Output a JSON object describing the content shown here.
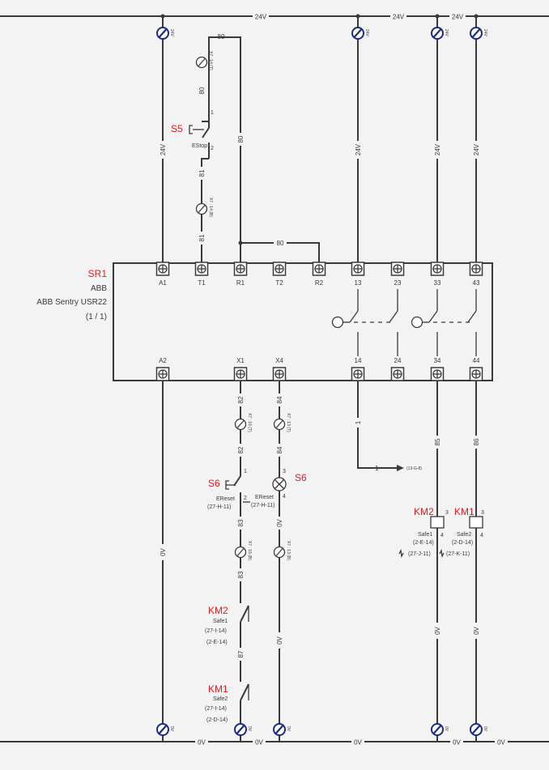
{
  "rails": {
    "top": [
      "24V",
      "24V",
      "24V"
    ],
    "bottom": [
      "0V",
      "0V",
      "0V",
      "0V",
      "0V"
    ]
  },
  "wires": {
    "w24v": "24V",
    "w0v": "0V",
    "w80": "80",
    "w81": "81",
    "w82": "82",
    "w83": "83",
    "w84": "84",
    "w85": "85",
    "w86": "86",
    "w87": "87",
    "w1": "1"
  },
  "terminal_tags": {
    "x7_14_t": "X7 : 14 (T)",
    "x7_14_b": "X7 : 14 (B)",
    "x7_16_t": "X7 : 16 (T)",
    "x7_16_b": "X7 : 16 (B)",
    "x7_13_t": "X7 : 13 (T)",
    "x7_13_b": "X7 : 13 (B)",
    "rail_24v": "24V",
    "rail_0v": "0V"
  },
  "safety_relay": {
    "tag": "SR1",
    "maker": "ABB",
    "model": "ABB Sentry USR22",
    "page": "(1 / 1)",
    "top_terminals": [
      "A1",
      "T1",
      "R1",
      "T2",
      "R2",
      "13",
      "23",
      "33",
      "43"
    ],
    "bottom_terminals": [
      "A2",
      "X1",
      "X4",
      "14",
      "24",
      "34",
      "44"
    ]
  },
  "estop": {
    "tag": "S5",
    "label": "EStop",
    "pin1": "1",
    "pin2": "2"
  },
  "ereset_button": {
    "tag": "S6",
    "label": "EReset",
    "ref": "(27-H-11)",
    "pin1": "1",
    "pin2": "2"
  },
  "ereset_lamp": {
    "tag": "S6",
    "label": "EReset",
    "ref": "(27-H-11)",
    "pin3": "3",
    "pin4": "4"
  },
  "km2_contact": {
    "tag": "KM2",
    "label": "Safe1",
    "ref1": "(27-I-14)",
    "ref2": "(2-E-14)"
  },
  "km1_contact": {
    "tag": "KM1",
    "label": "Safe2",
    "ref1": "(27-I-14)",
    "ref2": "(2-D-14)"
  },
  "km2_coil": {
    "tag": "KM2",
    "label": "Safe1",
    "ref1": "(2-E-14)",
    "ref2": "(27-J-11)",
    "pin3": "3",
    "pin4": "4"
  },
  "km1_coil": {
    "tag": "KM1",
    "label": "Safe2",
    "ref1": "(2-D-14)",
    "ref2": "(27-K-11)",
    "pin3": "3",
    "pin4": "4"
  },
  "offpage": {
    "wire": "1",
    "ref": "(13-G-8)"
  }
}
